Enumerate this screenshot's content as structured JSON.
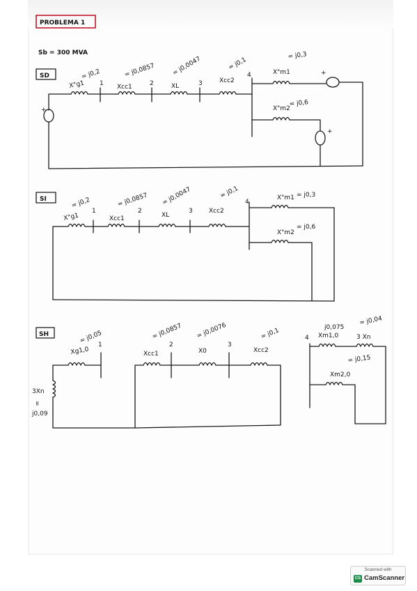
{
  "title": "PROBLEMA 1",
  "sb": "Sb = 300 MVA",
  "sd": {
    "label": "SD",
    "components": [
      {
        "name": "X\"g1",
        "value": "= j0,2"
      },
      {
        "name": "Xcc1",
        "value": "= j0,0857"
      },
      {
        "name": "XL",
        "value": "= j0,0047"
      },
      {
        "name": "Xcc2",
        "value": "= j0,1"
      },
      {
        "name": "X\"m1",
        "value": "= j0,3"
      },
      {
        "name": "X\"m2",
        "value": "= j0,6"
      }
    ],
    "nodes": [
      "1",
      "2",
      "3",
      "4"
    ],
    "plus": "+"
  },
  "si": {
    "label": "SI",
    "components": [
      {
        "name": "X\"g1",
        "value": "= j0,2"
      },
      {
        "name": "Xcc1",
        "value": "= j0,0857"
      },
      {
        "name": "XL",
        "value": "= j0,0047"
      },
      {
        "name": "Xcc2",
        "value": "= j0,1"
      },
      {
        "name": "X\"m1",
        "value": "= j0,3"
      },
      {
        "name": "X\"m2",
        "value": "= j0,6"
      }
    ],
    "nodes": [
      "1",
      "2",
      "3",
      "4"
    ]
  },
  "sh": {
    "label": "SH",
    "components": [
      {
        "name": "Xg1,0",
        "value": "= j0,05"
      },
      {
        "name": "Xcc1",
        "value": "= j0,0857"
      },
      {
        "name": "X0",
        "value": "= j0,0076"
      },
      {
        "name": "Xcc2",
        "value": "= j0,1"
      },
      {
        "name": "Xm1,0",
        "value": "j0,075"
      },
      {
        "name": "3 Xn",
        "value": "= j0,04"
      },
      {
        "name": "Xm2,0",
        "value": "= j0,15"
      }
    ],
    "neutral": {
      "name": "3Xn",
      "mark": "=",
      "value": "j0,09"
    },
    "nodes": [
      "1",
      "2",
      "3",
      "4"
    ]
  },
  "watermark": {
    "caption": "Scanned with",
    "brand": "CamScanner",
    "logo": "CS"
  }
}
